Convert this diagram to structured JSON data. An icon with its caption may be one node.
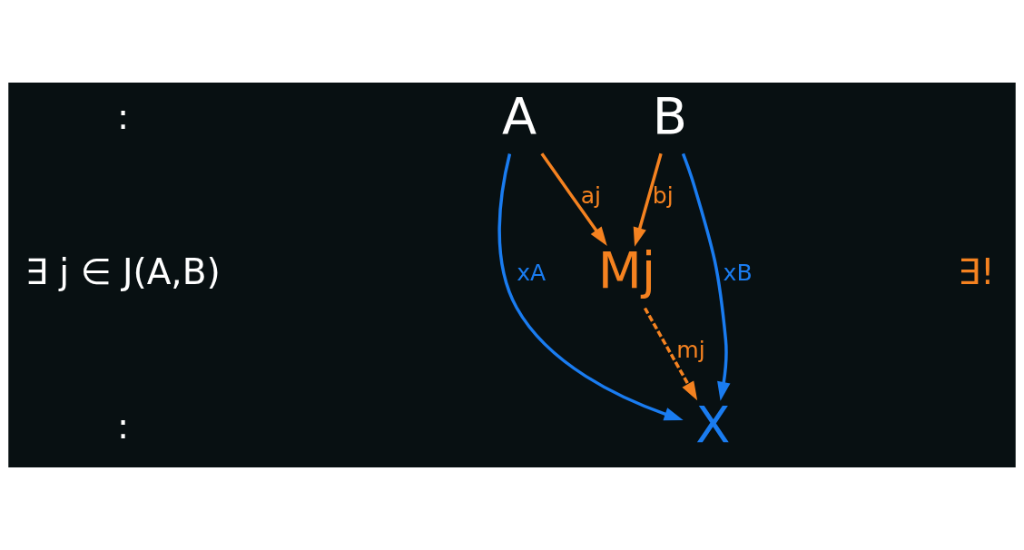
{
  "diagram": {
    "nodes": [
      {
        "text": [
          "A"
        ]
      },
      {
        "text": [
          "B"
        ]
      },
      {
        "text": [
          "Mj"
        ]
      },
      {
        "text": [
          "X"
        ]
      }
    ],
    "edges": [
      {
        "from": 0,
        "to": 2,
        "arrow": "to",
        "label": "aj"
      },
      {
        "from": 1,
        "to": 2,
        "arrow": "to",
        "label": "bj"
      },
      {
        "from": 2,
        "to": 3,
        "arrow": "to",
        "label": "mj",
        "style": "dashed"
      },
      {
        "from": 0,
        "to": 3,
        "arrow": "to",
        "label": "xA",
        "color": "#1a7cf0"
      },
      {
        "from": 1,
        "to": 3,
        "arrow": "to",
        "label": "xB",
        "color": "#1a7cf0"
      }
    ],
    "labels": [
      ":",
      "∃ j ∈ J(A,B)",
      ":",
      "∃!"
    ]
  }
}
